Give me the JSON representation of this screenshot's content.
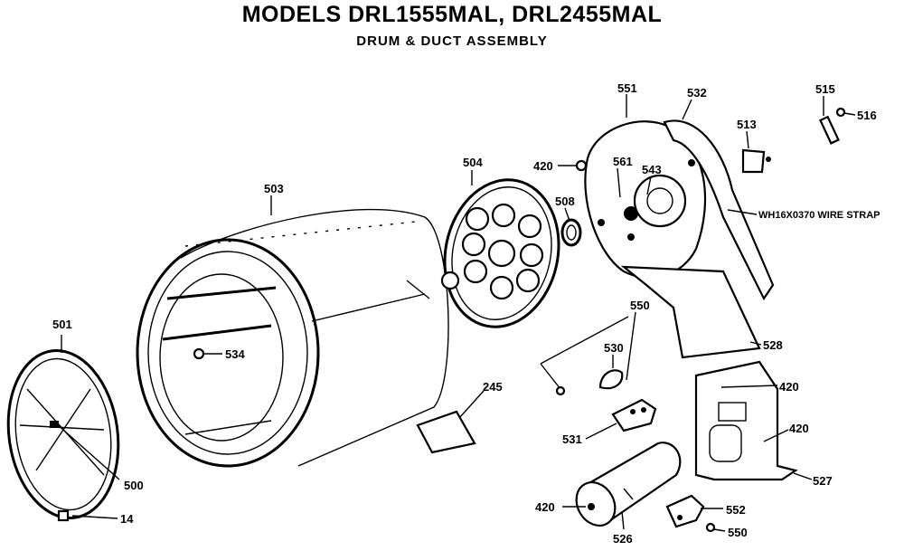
{
  "header": {
    "title": "MODELS DRL1555MAL, DRL2455MAL",
    "subtitle": "DRUM & DUCT ASSEMBLY"
  },
  "callouts": {
    "p501": "501",
    "p500": "500",
    "p14": "14",
    "p503": "503",
    "p534": "534",
    "p504": "504",
    "p245": "245",
    "p420a": "420",
    "p508": "508",
    "p561": "561",
    "p551": "551",
    "p532": "532",
    "p513": "513",
    "p515": "515",
    "p516": "516",
    "p543": "543",
    "wire_strap": "WH16X0370 WIRE STRAP",
    "p528": "528",
    "p550a": "550",
    "p530": "530",
    "p531": "531",
    "p420b": "420",
    "p420c": "420",
    "p527": "527",
    "p420d": "420",
    "p526": "526",
    "p552": "552",
    "p550b": "550"
  }
}
